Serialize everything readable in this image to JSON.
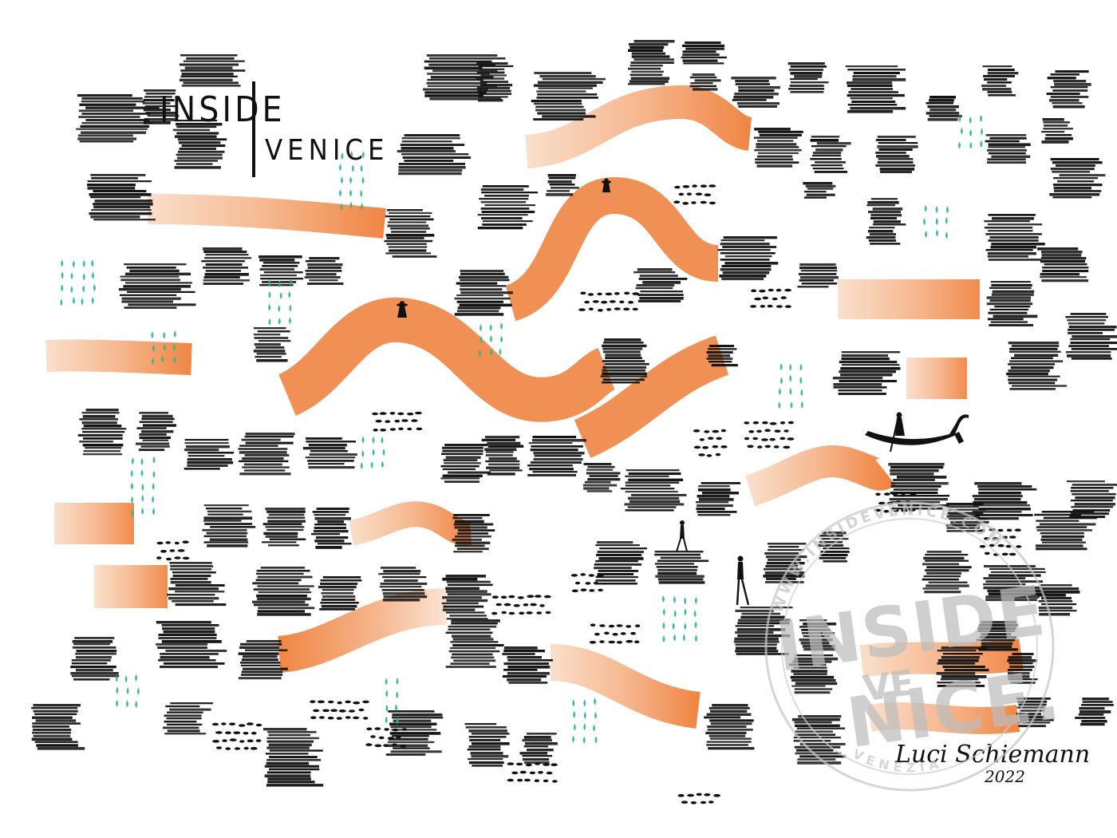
{
  "artwork": {
    "title_part1": "INSIDE",
    "title_part2": "VENICE",
    "signature_name": "Luci Schiemann",
    "signature_year": "2022"
  },
  "watermark": {
    "line1": "INSIDE",
    "line2": "VE",
    "line3": "NICE.",
    "ring_text": "WWW.INSIDEVENICE.COM",
    "ring_text_bottom": "VENEZIA"
  },
  "palette": {
    "ink": "#111111",
    "orange": "#f08a4b",
    "orange_light": "#f6c3a0",
    "green": "#2db58c",
    "watermark": "#b8b8b8"
  }
}
